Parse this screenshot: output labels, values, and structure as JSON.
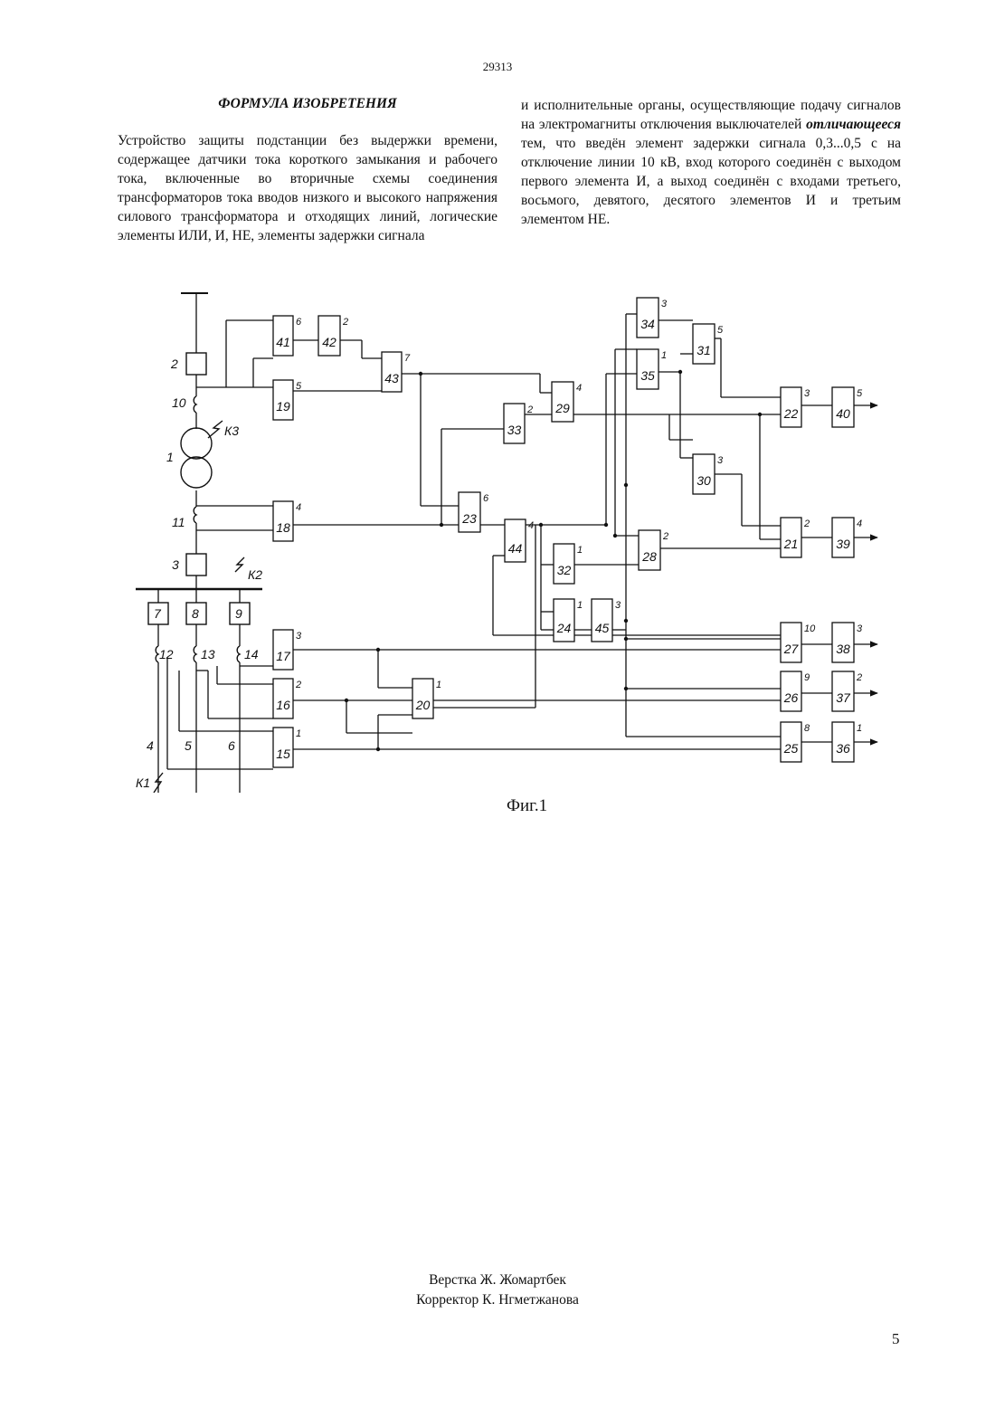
{
  "page": {
    "patent_number": "29313",
    "page_number": "5"
  },
  "claims": {
    "heading": "ФОРМУЛА ИЗОБРЕТЕНИЯ",
    "left_text": "Устройство защиты подстанции без выдержки времени, содержащее датчики тока короткого замыкания и рабочего тока, включенные во вторичные схемы соединения трансформаторов тока вводов низкого и высокого напряжения силового трансформатора и отходящих линий, логические элементы ИЛИ, И, НЕ, элементы задержки сигнала",
    "right_text_before": "и исполнительные органы, осуществляющие подачу сигналов на электромагниты отключения выключателей ",
    "right_emphasis": "отличающееся",
    "right_text_after": " тем, что введён элемент задержки сигнала 0,3...0,5 с на отключение линии 10 кВ, вход которого соединён с выходом первого элемента И, а выход соединён с входами третьего, восьмого, девятого, десятого элементов И и третьим элементом НЕ."
  },
  "figure": {
    "caption": "Фиг.1",
    "blocks": [
      {
        "id": "41",
        "tag": "6"
      },
      {
        "id": "42",
        "tag": "2"
      },
      {
        "id": "43",
        "tag": "7"
      },
      {
        "id": "19",
        "tag": "5"
      },
      {
        "id": "18",
        "tag": "4"
      },
      {
        "id": "17",
        "tag": "3"
      },
      {
        "id": "16",
        "tag": "2"
      },
      {
        "id": "15",
        "tag": "1"
      },
      {
        "id": "20",
        "tag": "1"
      },
      {
        "id": "23",
        "tag": "6"
      },
      {
        "id": "33",
        "tag": "2"
      },
      {
        "id": "29",
        "tag": "4"
      },
      {
        "id": "44",
        "tag": "4"
      },
      {
        "id": "32",
        "tag": "1"
      },
      {
        "id": "24",
        "tag": "1"
      },
      {
        "id": "45",
        "tag": "3"
      },
      {
        "id": "34",
        "tag": "3"
      },
      {
        "id": "35",
        "tag": "1"
      },
      {
        "id": "31",
        "tag": "5"
      },
      {
        "id": "30",
        "tag": "3"
      },
      {
        "id": "28",
        "tag": "2"
      },
      {
        "id": "22",
        "tag": "3"
      },
      {
        "id": "21",
        "tag": "2"
      },
      {
        "id": "40",
        "tag": "5"
      },
      {
        "id": "39",
        "tag": "4"
      },
      {
        "id": "27",
        "tag": "10"
      },
      {
        "id": "26",
        "tag": "9"
      },
      {
        "id": "25",
        "tag": "8"
      },
      {
        "id": "38",
        "tag": "3"
      },
      {
        "id": "37",
        "tag": "2"
      },
      {
        "id": "36",
        "tag": "1"
      }
    ],
    "breakers": [
      "2",
      "3",
      "7",
      "8",
      "9"
    ],
    "transformers": [
      "10",
      "11",
      "12",
      "13",
      "14"
    ],
    "labels": {
      "transformer": "1",
      "fault_k1": "К1",
      "fault_k2": "К2",
      "fault_k3": "К3",
      "line_4": "4",
      "line_5": "5",
      "line_6": "6"
    }
  },
  "credits": {
    "layout": "Верстка Ж. Жомартбек",
    "proofreader": "Корректор К. Нгметжанова"
  }
}
